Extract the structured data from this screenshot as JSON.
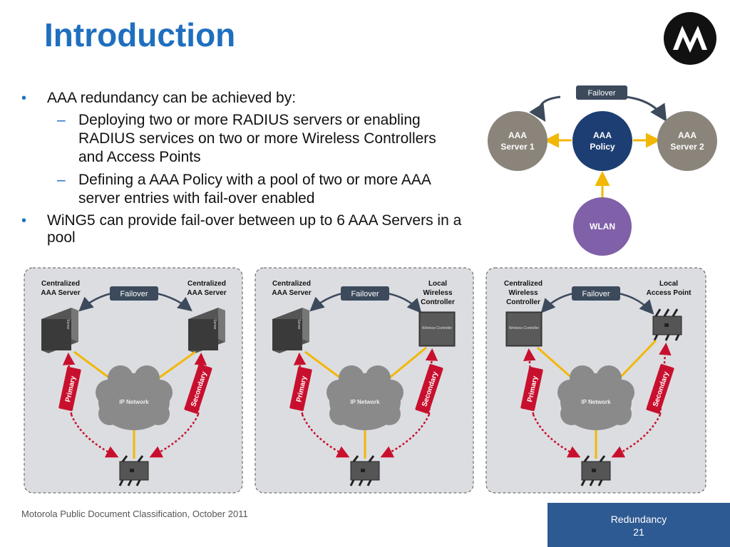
{
  "slide": {
    "title": "Introduction",
    "bullets": [
      {
        "text": "AAA redundancy can be achieved by:",
        "level": 1
      },
      {
        "text": "Deploying two or more RADIUS servers or enabling RADIUS services on two or more Wireless Controllers and Access Points",
        "level": 2
      },
      {
        "text": "Defining a AAA Policy with a pool of two or more AAA server entries with fail-over enabled",
        "level": 2
      },
      {
        "text": "WiNG5 can provide fail-over between up to 6 AAA Servers in a pool",
        "level": 1
      }
    ],
    "bullet_symbol": "•",
    "dash_symbol": "–"
  },
  "top_diagram": {
    "failover_label": "Failover",
    "server1_line1": "AAA",
    "server1_line2": "Server 1",
    "policy_line1": "AAA",
    "policy_line2": "Policy",
    "server2_line1": "AAA",
    "server2_line2": "Server 2",
    "wlan_label": "WLAN"
  },
  "panels": [
    {
      "left_line1": "Centralized",
      "left_line2": "AAA Server",
      "left_line3": "",
      "right_line1": "Centralized",
      "right_line2": "AAA Server",
      "right_line3": "",
      "failover": "Failover",
      "cloud": "IP Network",
      "primary": "Primary",
      "secondary": "Secondary",
      "left_device_label": "Server",
      "right_device_label": "Server"
    },
    {
      "left_line1": "Centralized",
      "left_line2": "AAA Server",
      "left_line3": "",
      "right_line1": "Local",
      "right_line2": "Wireless",
      "right_line3": "Controller",
      "failover": "Failover",
      "cloud": "IP Network",
      "primary": "Primary",
      "secondary": "Secondary",
      "left_device_label": "Server",
      "right_device_label": "Wireless Controller"
    },
    {
      "left_line1": "Centralized",
      "left_line2": "Wireless",
      "left_line3": "Controller",
      "right_line1": "Local",
      "right_line2": "Access Point",
      "right_line3": "",
      "failover": "Failover",
      "cloud": "IP Network",
      "primary": "Primary",
      "secondary": "Secondary",
      "left_device_label": "Wireless Controller",
      "right_device_label": ""
    }
  ],
  "footer": {
    "classification": "Motorola Public Document Classification, October 2011",
    "section": "Redundancy",
    "page_number": "21"
  },
  "colors": {
    "title_blue": "#1f6fbf",
    "aaa_server_gray": "#8a847b",
    "policy_navy": "#1d3e72",
    "wlan_purple": "#8060a8",
    "arrow_yellow": "#f2b705",
    "primary_red": "#c8102e",
    "panel_bg": "#dcdde1",
    "failover_tag": "#3c4a5c",
    "footer_blue": "#2e5a93"
  }
}
